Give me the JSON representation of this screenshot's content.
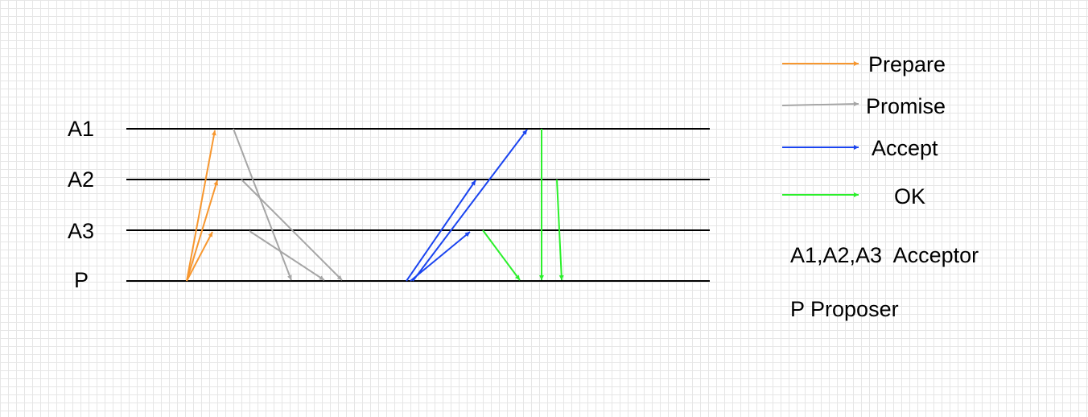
{
  "lanes": [
    {
      "id": "A1",
      "label": "A1"
    },
    {
      "id": "A2",
      "label": "A2"
    },
    {
      "id": "A3",
      "label": "A3"
    },
    {
      "id": "P",
      "label": "P"
    }
  ],
  "legend": [
    {
      "key": "prepare",
      "label": "Prepare",
      "color": "#f7972f"
    },
    {
      "key": "promise",
      "label": "Promise",
      "color": "#a6a6a6"
    },
    {
      "key": "accept",
      "label": "Accept",
      "color": "#1a44f0"
    },
    {
      "key": "ok",
      "label": "OK",
      "color": "#2bf02b"
    }
  ],
  "notes": {
    "acceptors": "A1,A2,A3  Acceptor",
    "proposer": "P Proposer"
  },
  "messages": [
    {
      "type": "prepare",
      "from": "P",
      "to": "A1"
    },
    {
      "type": "prepare",
      "from": "P",
      "to": "A2"
    },
    {
      "type": "prepare",
      "from": "P",
      "to": "A3"
    },
    {
      "type": "promise",
      "from": "A1",
      "to": "P"
    },
    {
      "type": "promise",
      "from": "A2",
      "to": "P"
    },
    {
      "type": "promise",
      "from": "A3",
      "to": "P"
    },
    {
      "type": "accept",
      "from": "P",
      "to": "A1"
    },
    {
      "type": "accept",
      "from": "P",
      "to": "A2"
    },
    {
      "type": "accept",
      "from": "P",
      "to": "A3"
    },
    {
      "type": "ok",
      "from": "A3",
      "to": "P"
    },
    {
      "type": "ok",
      "from": "A1",
      "to": "P"
    },
    {
      "type": "ok",
      "from": "A2",
      "to": "P"
    }
  ]
}
